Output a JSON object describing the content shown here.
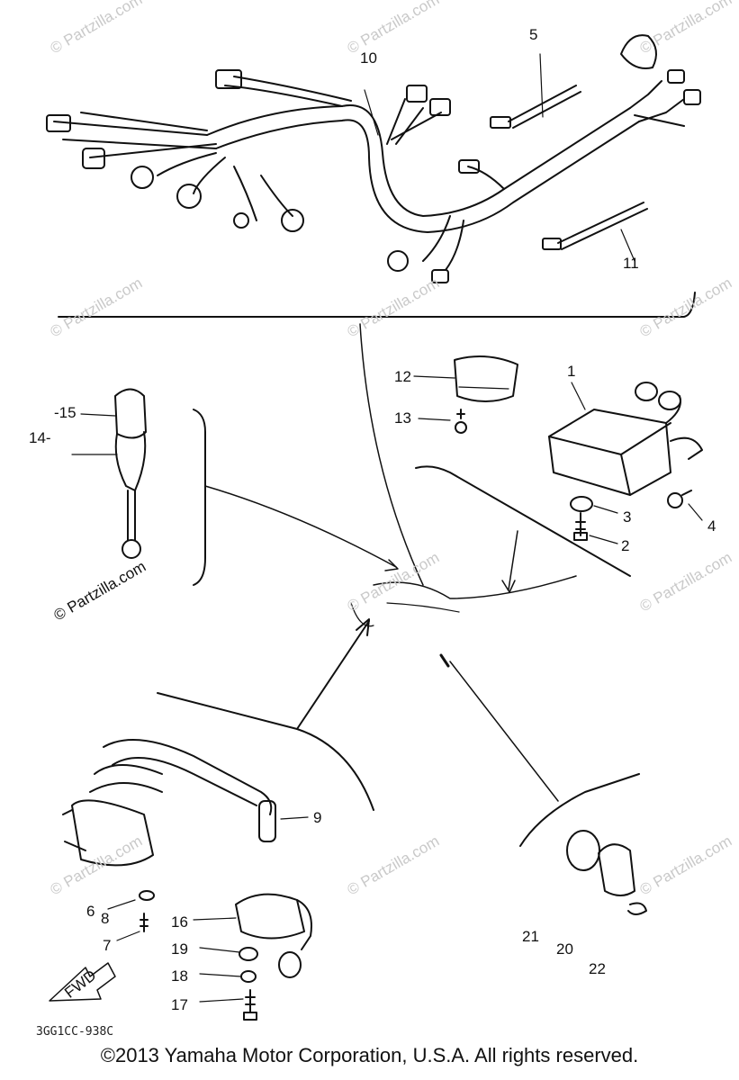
{
  "watermark": "© Partzilla.com",
  "callouts": [
    "1",
    "2",
    "3",
    "4",
    "5",
    "6",
    "7",
    "8",
    "9",
    "10",
    "11",
    "12",
    "13",
    "-15",
    "14-",
    "16",
    "17",
    "18",
    "19",
    "20",
    "21",
    "22"
  ],
  "arrow_label": "FWD",
  "diagram_code": "3GG1CC-938C",
  "copyright": "©2013  Yamaha Motor Corporation, U.S.A. All rights reserved."
}
